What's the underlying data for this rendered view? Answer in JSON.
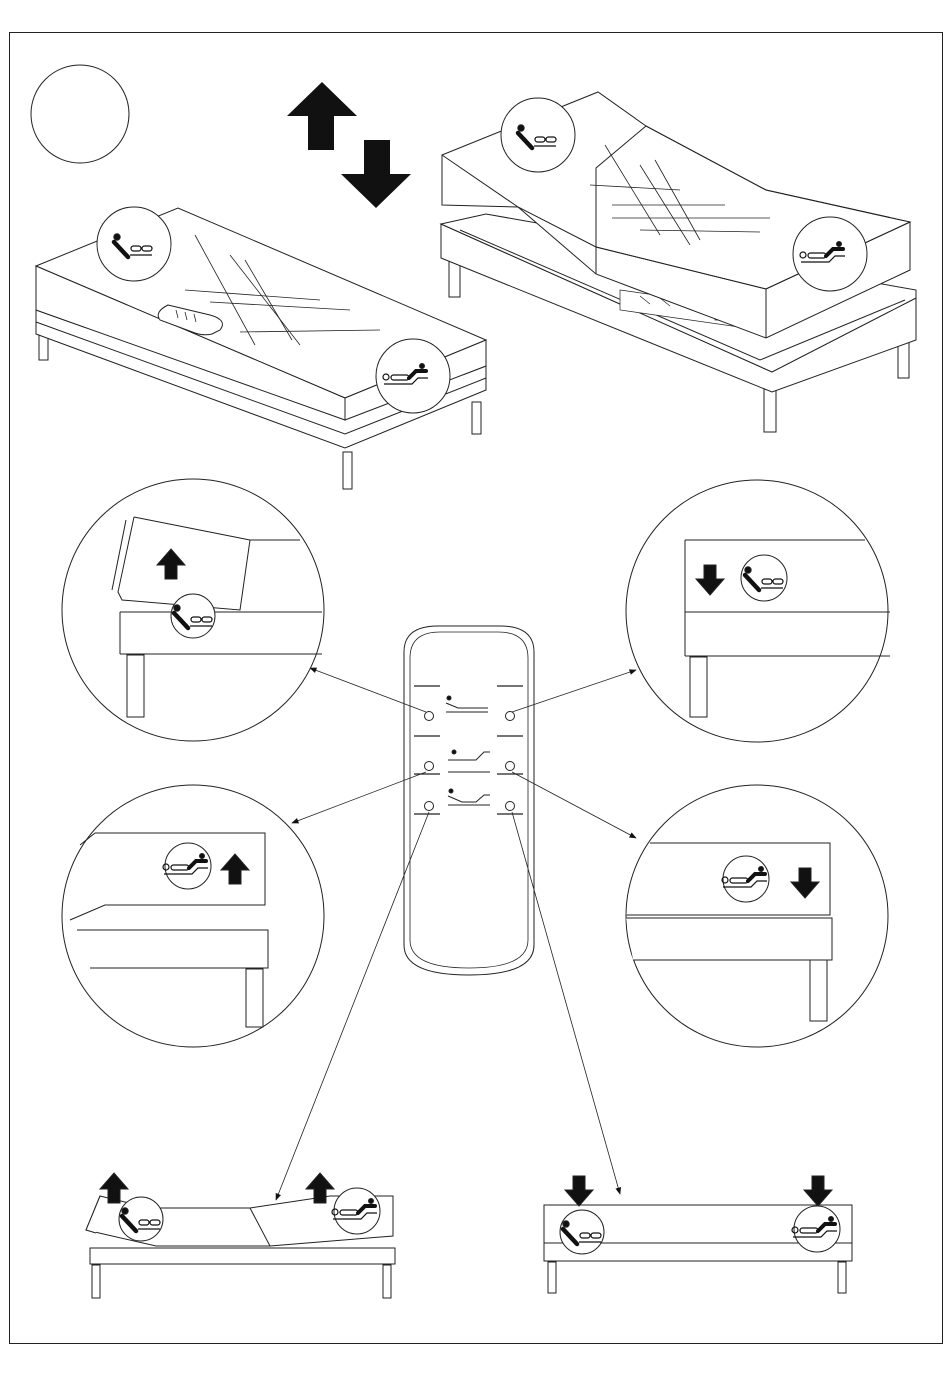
{
  "figure": {
    "kind": "adjustable bed remote-control instruction diagram",
    "step_number": "",
    "colors": {
      "stroke": "#222222",
      "fill": "#ffffff",
      "arrow": "#111111",
      "frame": "#222222"
    }
  },
  "overview": {
    "flat_bed": {
      "icons": [
        "head-section-icon",
        "foot-section-icon"
      ]
    },
    "raised_bed": {
      "icons": [
        "head-section-icon",
        "foot-section-icon"
      ]
    },
    "updown_arrows": [
      "up-arrow-icon",
      "down-arrow-icon"
    ]
  },
  "remote": {
    "buttons": [
      {
        "name": "head-up-button",
        "icon": "head-section-icon"
      },
      {
        "name": "head-down-button",
        "icon": "head-section-icon"
      },
      {
        "name": "foot-up-button",
        "icon": "foot-section-icon"
      },
      {
        "name": "foot-down-button",
        "icon": "foot-section-icon"
      },
      {
        "name": "all-up-button",
        "icon": "both-sections-icon"
      },
      {
        "name": "all-down-button",
        "icon": "both-sections-icon"
      }
    ]
  },
  "details": [
    {
      "name": "detail-head-up",
      "icon": "head-section-icon",
      "arrow": "up-arrow-icon"
    },
    {
      "name": "detail-head-down",
      "icon": "head-section-icon",
      "arrow": "down-arrow-icon"
    },
    {
      "name": "detail-foot-up",
      "icon": "foot-section-icon",
      "arrow": "up-arrow-icon"
    },
    {
      "name": "detail-foot-down",
      "icon": "foot-section-icon",
      "arrow": "down-arrow-icon"
    },
    {
      "name": "detail-all-up",
      "icon": "both-sections-icon",
      "arrow": "up-arrow-icon"
    },
    {
      "name": "detail-all-down",
      "icon": "both-sections-icon",
      "arrow": "down-arrow-icon"
    }
  ]
}
